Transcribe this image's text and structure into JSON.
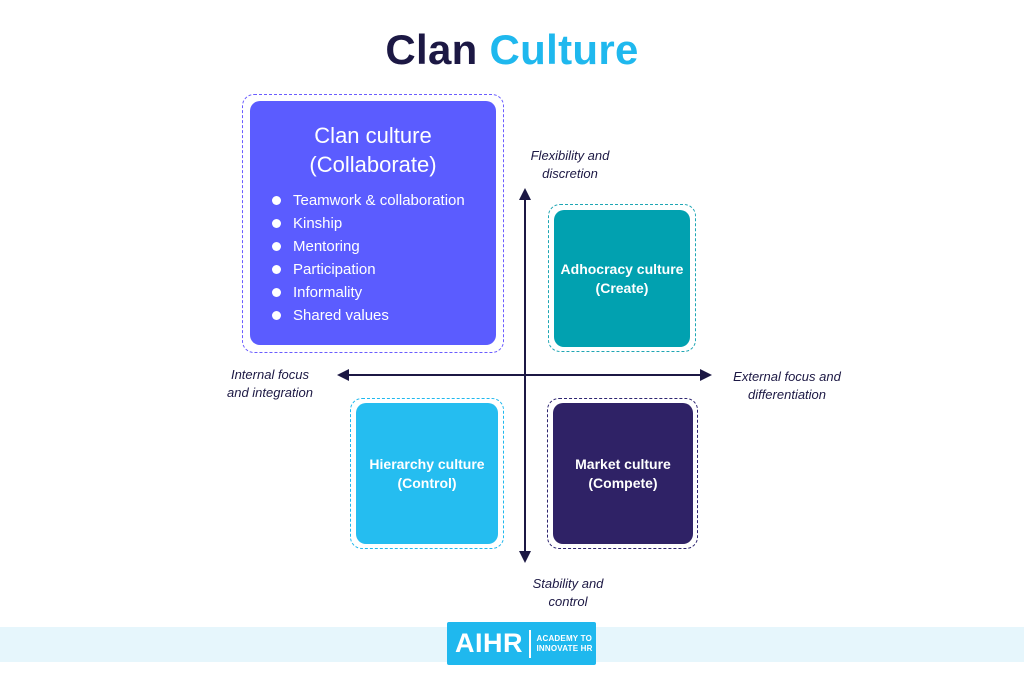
{
  "title": {
    "word1": "Clan",
    "word2": "Culture"
  },
  "colors": {
    "navy": "#1c1844",
    "accent_blue": "#1fb8ee",
    "clan": "#5b5cff",
    "adhocracy": "#01a1b0",
    "hierarchy": "#25bdf0",
    "market": "#2f2266"
  },
  "quadrants": {
    "clan": {
      "title_line1": "Clan culture",
      "title_line2": "(Collaborate)",
      "items": [
        "Teamwork & collaboration",
        "Kinship",
        "Mentoring",
        "Participation",
        "Informality",
        "Shared values"
      ]
    },
    "adhocracy": {
      "line1": "Adhocracy culture",
      "line2": "(Create)"
    },
    "hierarchy": {
      "line1": "Hierarchy culture",
      "line2": "(Control)"
    },
    "market": {
      "line1": "Market culture",
      "line2": "(Compete)"
    }
  },
  "axes": {
    "top": {
      "line1": "Flexibility and",
      "line2": "discretion"
    },
    "bottom": {
      "line1": "Stability and",
      "line2": "control"
    },
    "left": {
      "line1": "Internal focus",
      "line2": "and integration"
    },
    "right": {
      "line1": "External focus and",
      "line2": "differentiation"
    }
  },
  "logo": {
    "main": "AIHR",
    "sub_line1": "ACADEMY TO",
    "sub_line2": "INNOVATE HR"
  }
}
